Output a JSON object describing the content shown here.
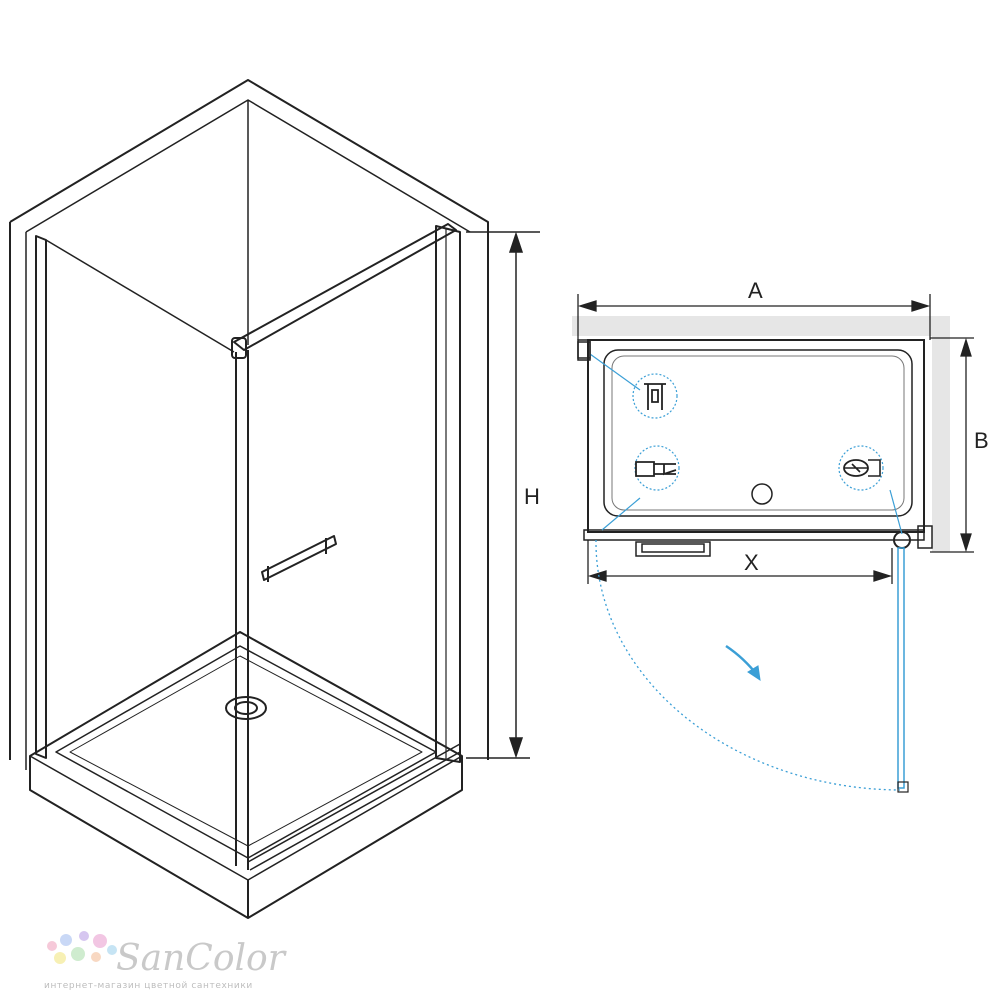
{
  "diagram": {
    "labels": {
      "height": "H",
      "width": "A",
      "depth": "B",
      "door": "X"
    },
    "colors": {
      "line": "#222222",
      "accent": "#3b9fd6",
      "wall": "#e4e4e4"
    }
  },
  "logo": {
    "name": "SanColor",
    "tagline": "интернет-магазин цветной сантехники"
  }
}
